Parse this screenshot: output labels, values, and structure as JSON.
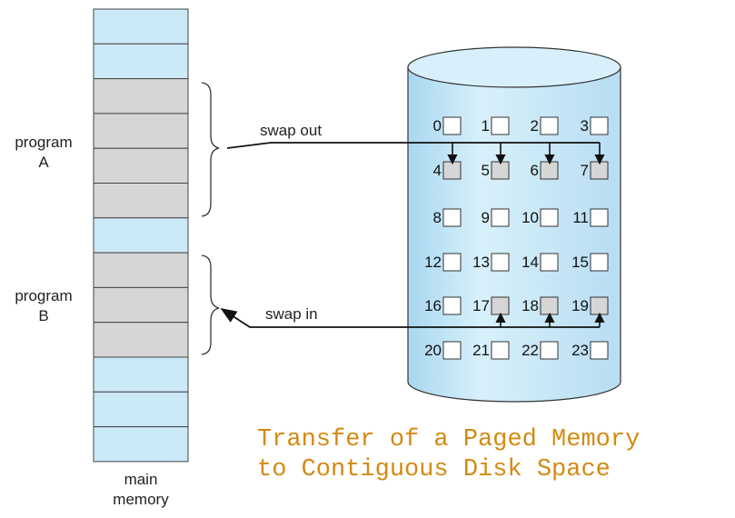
{
  "memory": {
    "label_line1": "main",
    "label_line2": "memory",
    "frames": [
      "free",
      "free",
      "used",
      "used",
      "used",
      "used",
      "free",
      "used",
      "used",
      "used",
      "free",
      "free",
      "free"
    ]
  },
  "programs": {
    "a": {
      "line1": "program",
      "line2": "A"
    },
    "b": {
      "line1": "program",
      "line2": "B"
    }
  },
  "arrows": {
    "swap_out": "swap out",
    "swap_in": "swap in"
  },
  "disk": {
    "blocks": [
      {
        "n": "0",
        "filled": false
      },
      {
        "n": "1",
        "filled": false
      },
      {
        "n": "2",
        "filled": false
      },
      {
        "n": "3",
        "filled": false
      },
      {
        "n": "4",
        "filled": true
      },
      {
        "n": "5",
        "filled": true
      },
      {
        "n": "6",
        "filled": true
      },
      {
        "n": "7",
        "filled": true
      },
      {
        "n": "8",
        "filled": false
      },
      {
        "n": "9",
        "filled": false
      },
      {
        "n": "10",
        "filled": false
      },
      {
        "n": "11",
        "filled": false
      },
      {
        "n": "12",
        "filled": false
      },
      {
        "n": "13",
        "filled": false
      },
      {
        "n": "14",
        "filled": false
      },
      {
        "n": "15",
        "filled": false
      },
      {
        "n": "16",
        "filled": false
      },
      {
        "n": "17",
        "filled": true
      },
      {
        "n": "18",
        "filled": true
      },
      {
        "n": "19",
        "filled": true
      },
      {
        "n": "20",
        "filled": false
      },
      {
        "n": "21",
        "filled": false
      },
      {
        "n": "22",
        "filled": false
      },
      {
        "n": "23",
        "filled": false
      }
    ]
  },
  "caption": {
    "line1": "Transfer of a Paged Memory",
    "line2": "to Contiguous Disk Space"
  },
  "colors": {
    "free_frame": "#cce9f8",
    "used_frame": "#d6d6d6",
    "disk_fill": "#cce9f8",
    "caption": "#d38a13"
  }
}
